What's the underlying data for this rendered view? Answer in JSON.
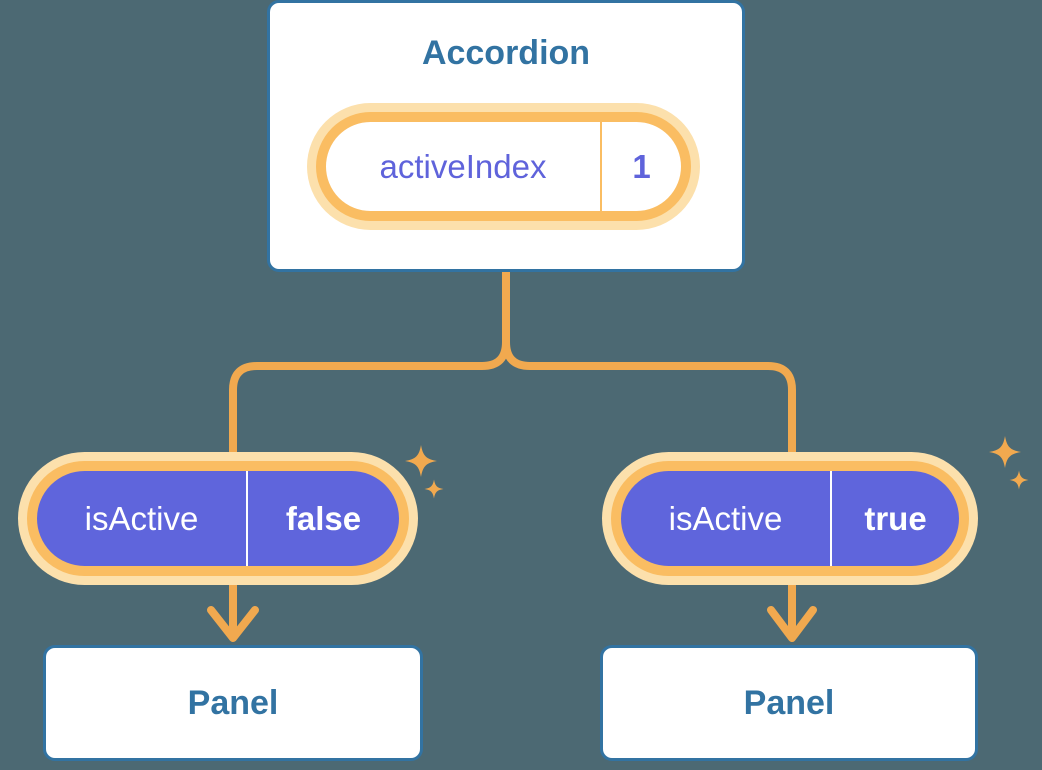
{
  "colors": {
    "background": "#4C6973",
    "box_fill": "#FFFFFF",
    "box_border": "#3273A2",
    "box_text": "#3273A2",
    "pill_ring": "#FABD62",
    "pill_glow": "#FCE0AC",
    "connector": "#F1A94F",
    "sparkle": "#F1A94F",
    "state_pill_fill": "#5F65DC",
    "state_pill_text": "#FFFFFF",
    "prop_pill_text": "#5F63DB"
  },
  "diagram": {
    "root": {
      "title": "Accordion",
      "prop_name": "activeIndex",
      "prop_value": "1"
    },
    "children": [
      {
        "prop_name": "isActive",
        "prop_value": "false",
        "panel_label": "Panel"
      },
      {
        "prop_name": "isActive",
        "prop_value": "true",
        "panel_label": "Panel"
      }
    ]
  }
}
